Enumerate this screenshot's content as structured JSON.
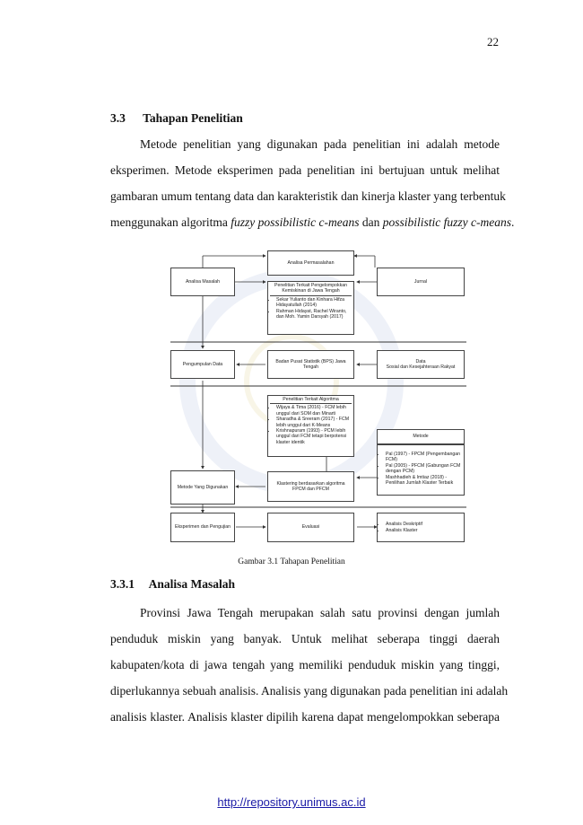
{
  "page_number": "22",
  "section": {
    "number": "3.3",
    "title": "Tahapan Penelitian"
  },
  "paragraph1": {
    "lines": [
      "Metode penelitian yang digunakan pada penelitian ini adalah metode",
      "eksperimen. Metode eksperimen pada penelitian ini bertujuan untuk melihat",
      "gambaran umum tentang data dan karakteristik dan kinerja klaster yang terbentuk"
    ],
    "last_pre": "menggunakan algoritma ",
    "last_em1": "fuzzy possibilistic c-means",
    "last_mid": " dan ",
    "last_em2": "possibilistic fuzzy c-means",
    "last_post": "."
  },
  "figure": {
    "analisa_permasalahan": "Analisa Permasalahan",
    "analisa_masalah": "Analisa Masalah",
    "jurnal": "Jurnal",
    "penelitian_terkait_kemiskinan": {
      "title": "Penelitian Terkait Pengelompokkan Kemiskinan di Jawa Tengah",
      "items": [
        "Sekar Yulianto dan Kinhara Hifza Hidayatullah (2014)",
        "Rahman Hidayat, Rachel Wiranto, dan Moh. Yamin Darsyah (2017)"
      ]
    },
    "pengumpulan_data": "Pengumpulan Data",
    "bps": "Badan Pusat Statistik (BPS) Jawa Tengah",
    "data": "Data",
    "data_sub": "Sosial dan Kesejahteraan Rakyat",
    "penelitian_terkait_algoritma": {
      "title": "Penelitian Terkait Algoritma",
      "items": [
        "Wijaya & Tima (2016) - FCM lebih unggul dari SOM dan Minarti",
        "Sharadha & Sreeram (2017) - FCM lebih unggul dari K-Means",
        "Krishnapuram (1993) - PCM lebih unggul dari FCM tetapi berpotensi klaster identik"
      ]
    },
    "metode": "Metode",
    "metode_items": [
      "Pal (1997) - FPCM (Pengembangan FCM)",
      "Pal (2005) - PFCM (Gabungan FCM dengan PCM)",
      "Mashhadieh & Imtiaz (2018) - Penilihan Jumlah Klaster Terbaik"
    ],
    "metode_yang_digunakan": "Metode Yang Digunakan",
    "klastering": "Klastering berdasarkan algoritma FPCM dan PFCM",
    "eksperimen": "Eksperimen dan Pengujian",
    "evaluasi": "Evaluasi",
    "evaluasi_items": [
      "Analisis Deskriptif",
      "Analisis Klaster"
    ],
    "caption": "Gambar 3.1 Tahapan Penelitian"
  },
  "subsection": {
    "number": "3.3.1",
    "title": "Analisa Masalah"
  },
  "paragraph2": {
    "lines": [
      "Provinsi Jawa Tengah merupakan salah satu provinsi dengan jumlah",
      "penduduk miskin yang banyak. Untuk melihat seberapa tinggi daerah",
      "kabupaten/kota di jawa tengah yang memiliki penduduk miskin yang tinggi,",
      "diperlukannya sebuah analisis. Analisis yang digunakan pada penelitian ini adalah",
      "analisis klaster. Analisis klaster dipilih karena dapat mengelompokkan seberapa"
    ]
  },
  "footer_link": "http://repository.unimus.ac.id"
}
